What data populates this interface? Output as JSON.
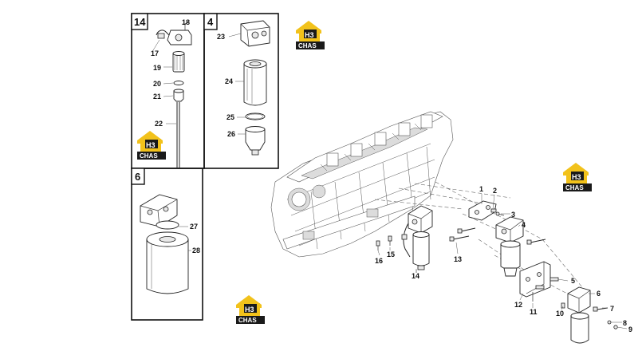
{
  "frames": [
    {
      "id": "14",
      "label": "14"
    },
    {
      "id": "4",
      "label": "4"
    },
    {
      "id": "6",
      "label": "6"
    }
  ],
  "callouts": {
    "c1": "1",
    "c2": "2",
    "c3": "3",
    "c4": "4",
    "c5": "5",
    "c6": "6",
    "c7": "7",
    "c8": "8",
    "c9": "9",
    "c10": "10",
    "c11": "11",
    "c12": "12",
    "c13": "13",
    "c14": "14",
    "c15": "15",
    "c16": "16",
    "c17": "17",
    "c18": "18",
    "c19": "19",
    "c20": "20",
    "c21": "21",
    "c22": "22",
    "c23": "23",
    "c24": "24",
    "c25": "25",
    "c26": "26",
    "c27": "27",
    "c28": "28"
  },
  "logo": {
    "mark": "H3",
    "text": "CHAS",
    "colors": {
      "yellow": "#f2c21b",
      "black": "#1a1a1a"
    }
  }
}
